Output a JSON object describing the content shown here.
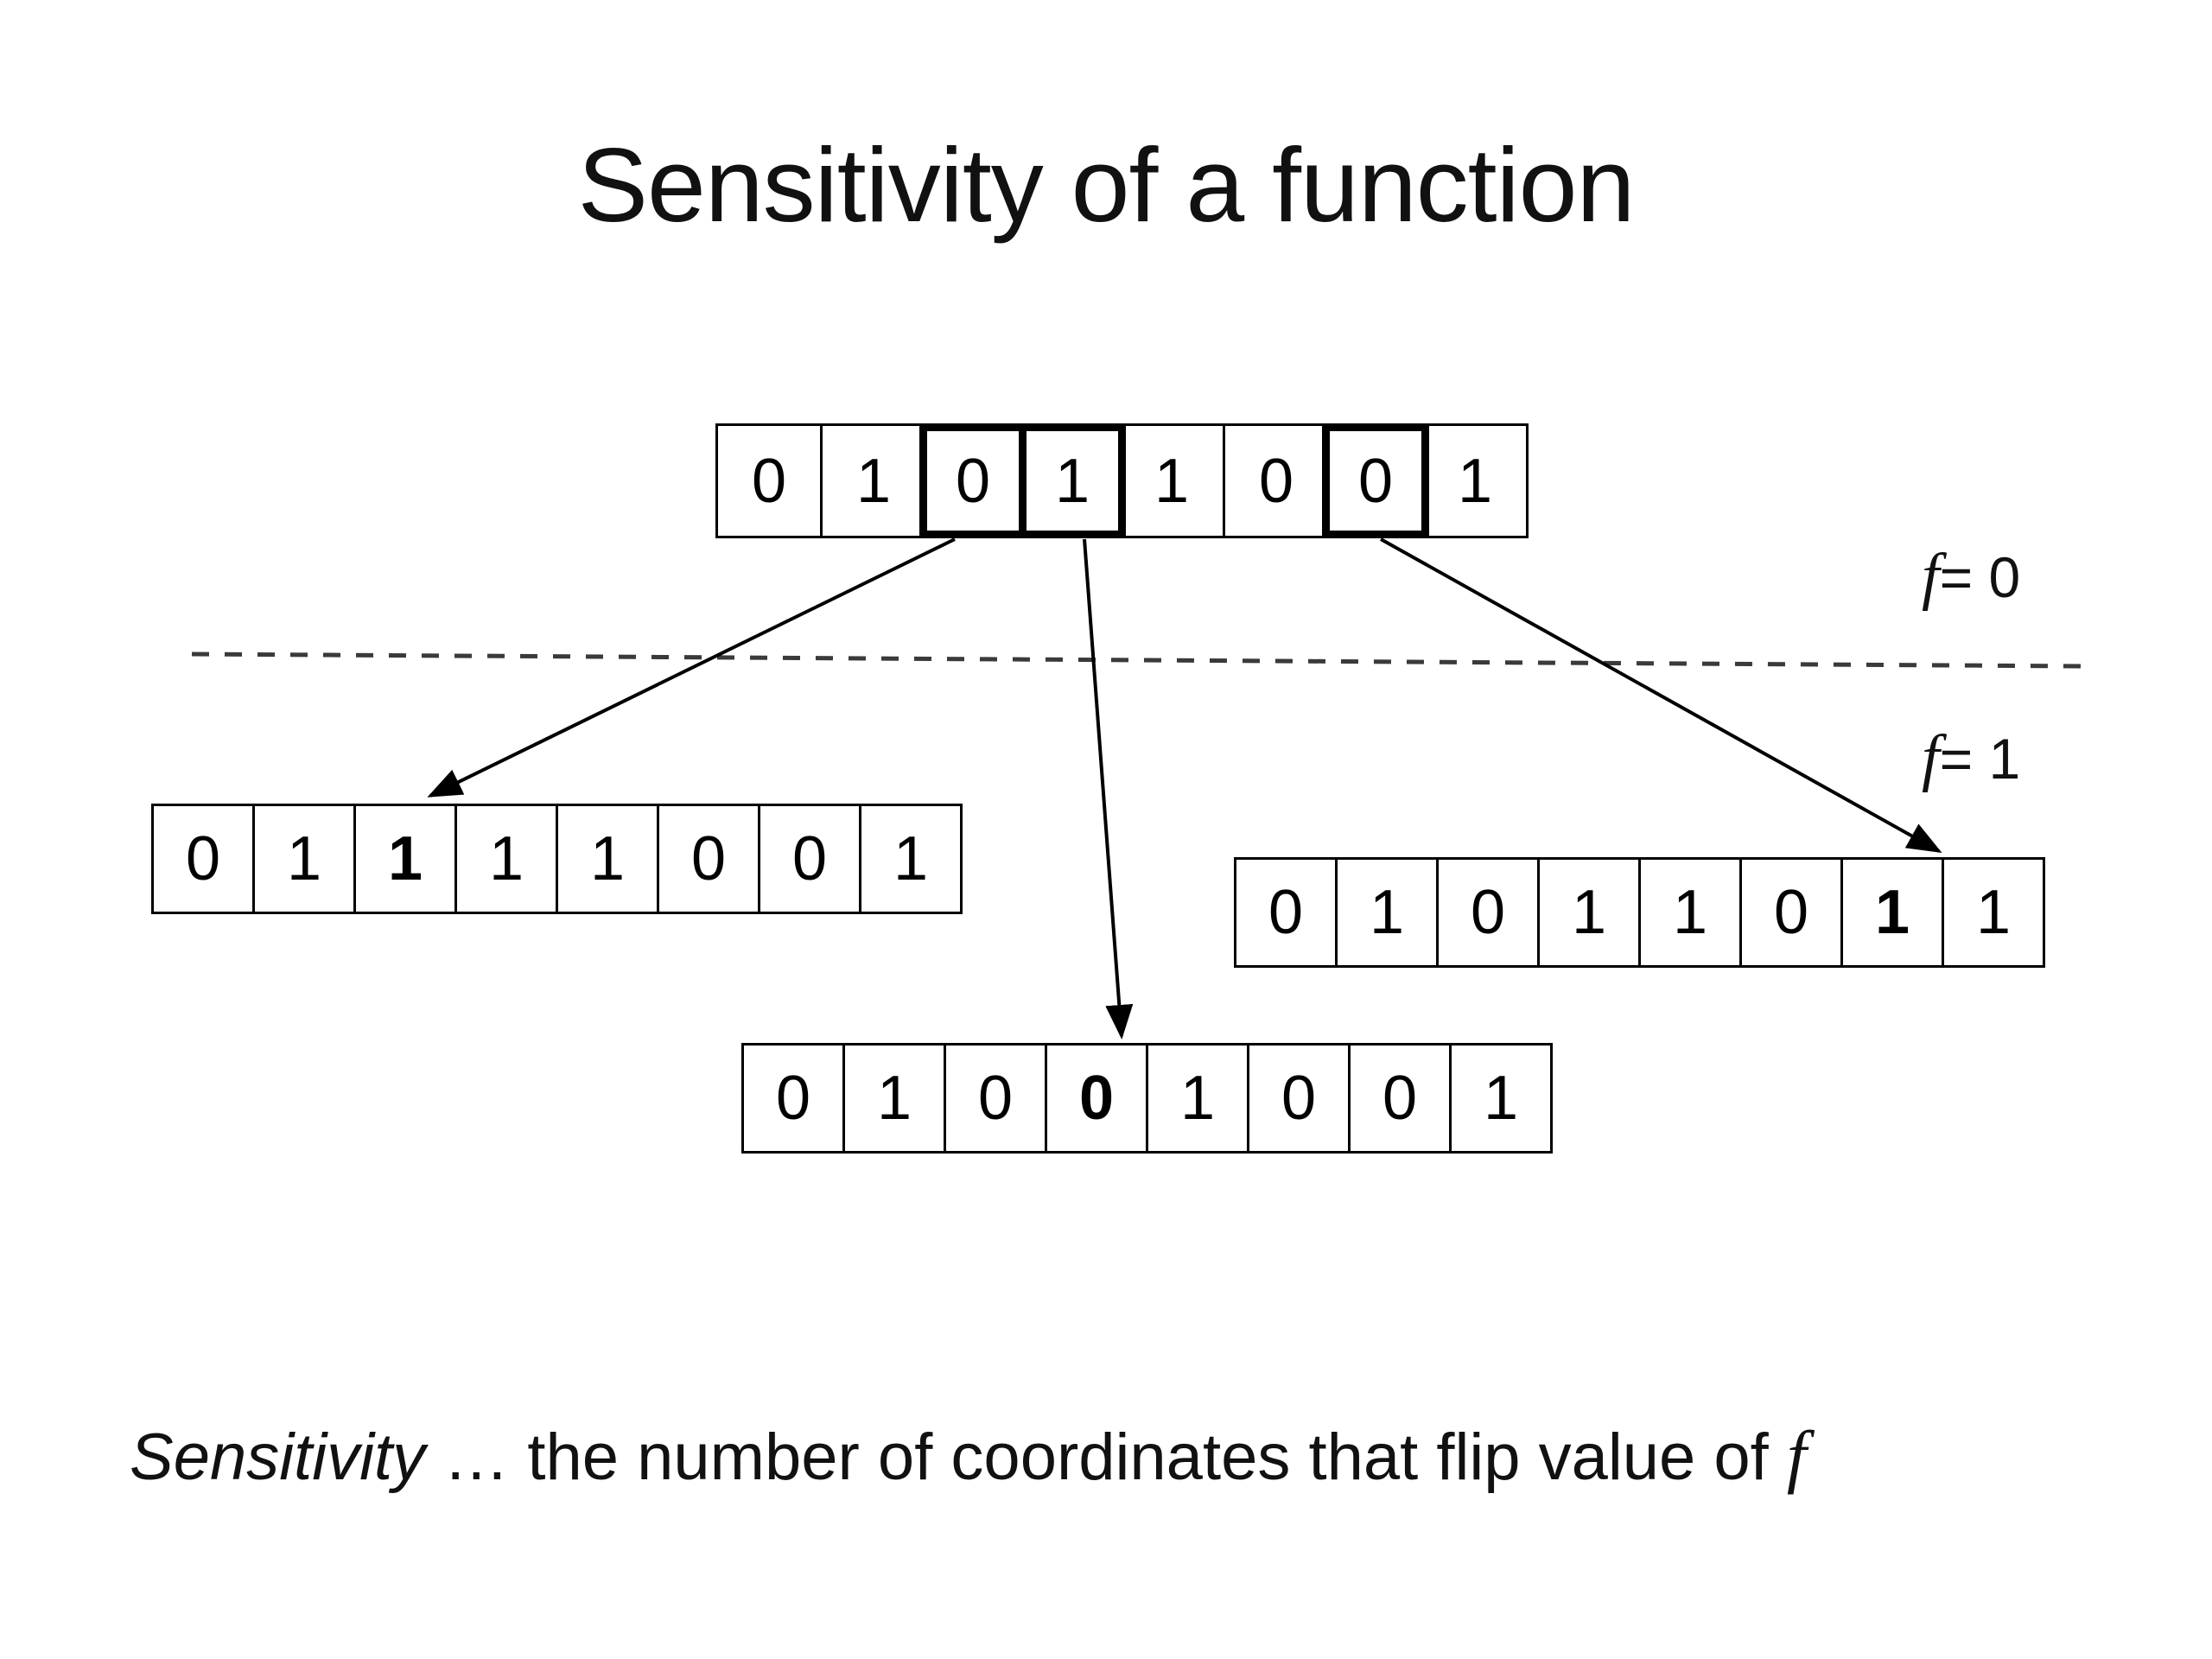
{
  "slide": {
    "title": "Sensitivity of a function",
    "background": "#ffffff",
    "ink": "#000000"
  },
  "arrays": {
    "top": {
      "name": "input-string",
      "bits": [
        "0",
        "1",
        "0",
        "1",
        "1",
        "0",
        "0",
        "1"
      ],
      "highlighted_indices": [
        2,
        3,
        6
      ],
      "bold_digit_indices": []
    },
    "left": {
      "name": "flipped-string-coord-3",
      "bits": [
        "0",
        "1",
        "1",
        "1",
        "1",
        "0",
        "0",
        "1"
      ],
      "highlighted_indices": [],
      "bold_digit_indices": [
        2
      ]
    },
    "bottom": {
      "name": "flipped-string-coord-4",
      "bits": [
        "0",
        "1",
        "0",
        "0",
        "1",
        "0",
        "0",
        "1"
      ],
      "highlighted_indices": [],
      "bold_digit_indices": [
        3
      ]
    },
    "right": {
      "name": "flipped-string-coord-7",
      "bits": [
        "0",
        "1",
        "0",
        "1",
        "1",
        "0",
        "1",
        "1"
      ],
      "highlighted_indices": [],
      "bold_digit_indices": [
        6
      ]
    }
  },
  "labels": {
    "f_zero": {
      "fn": "f",
      "rel": "= 0"
    },
    "f_one": {
      "fn": "f",
      "rel": "= 1"
    }
  },
  "caption": {
    "term": "Sensitivity",
    "body": " … the number of coordinates that flip value of ",
    "fn": "f"
  }
}
